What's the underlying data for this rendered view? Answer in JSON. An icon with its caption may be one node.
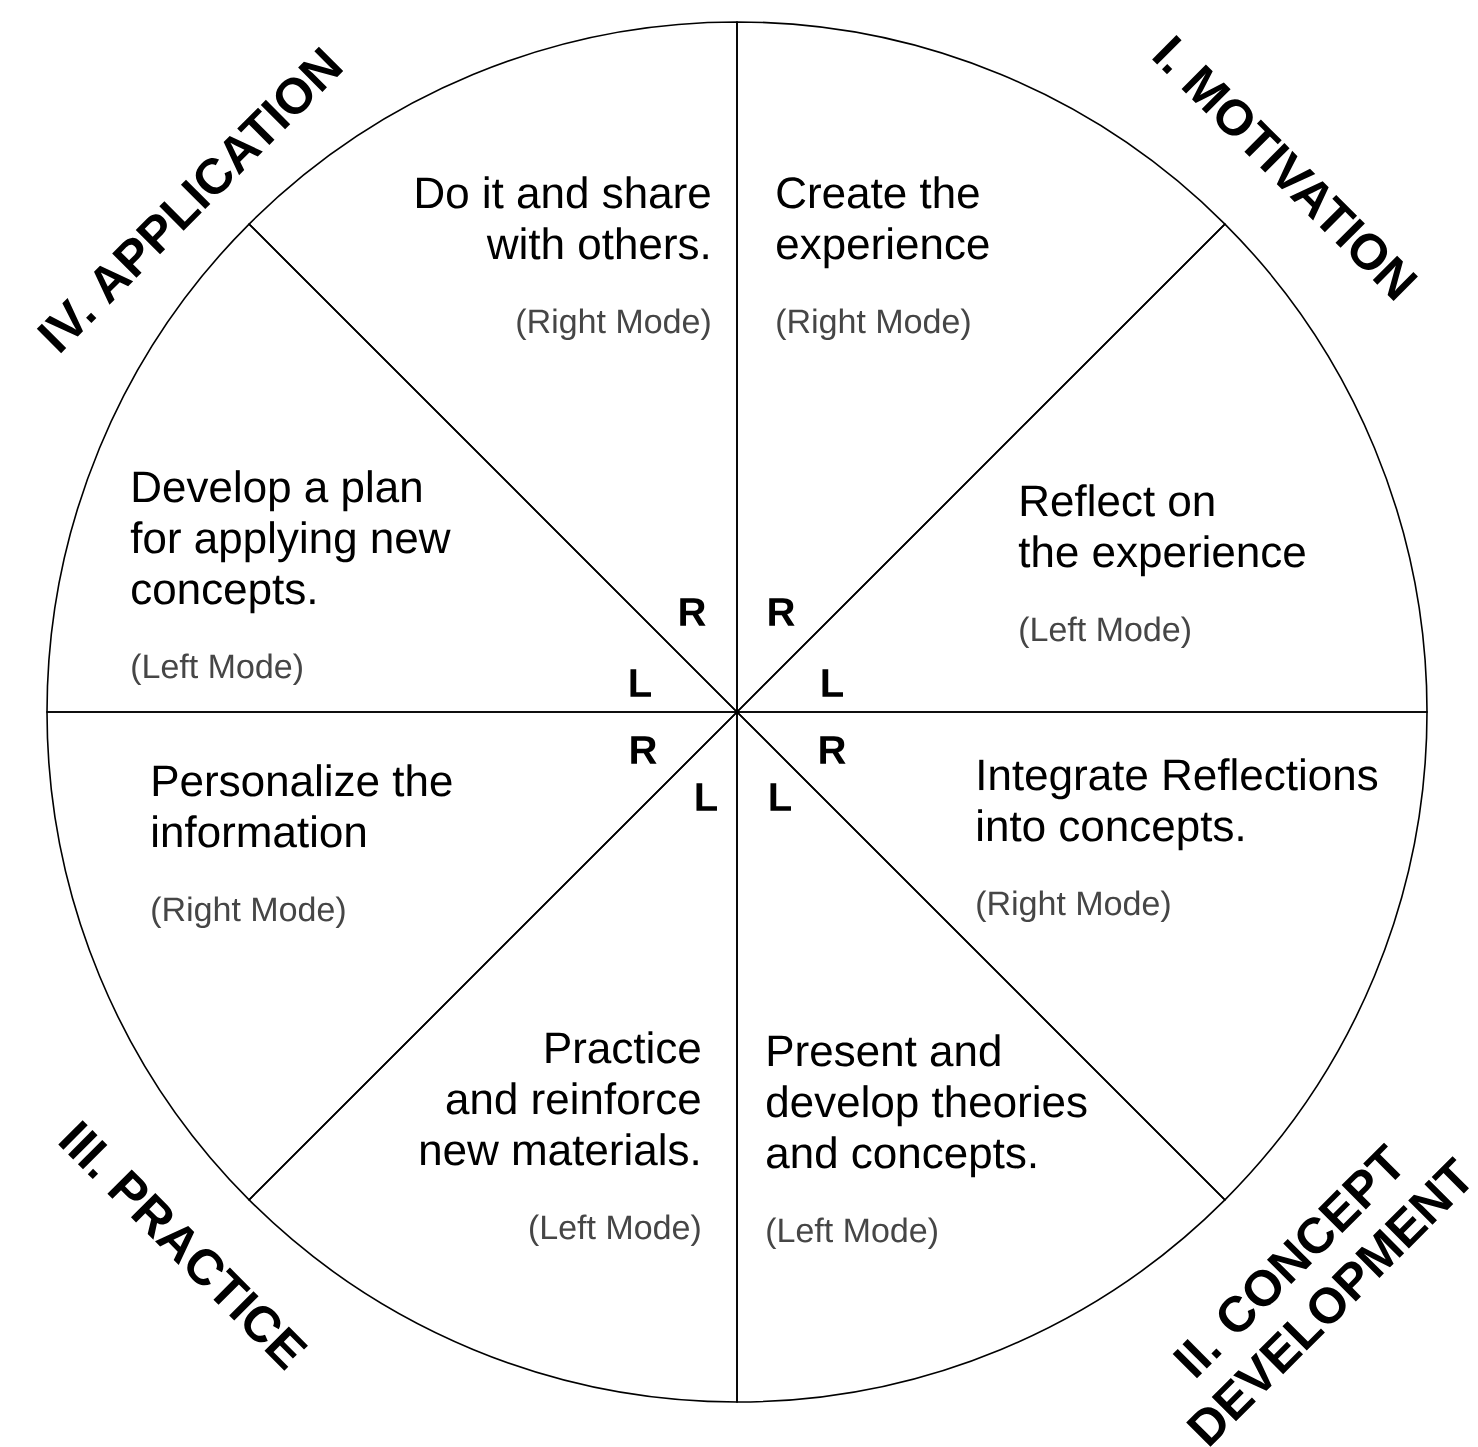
{
  "diagram": {
    "nodes": [
      {
        "text": [
          "Do it and share with others.",
          "(Right Mode)"
        ]
      },
      {
        "text": [
          "Create the experience",
          "(Right Mode)"
        ]
      },
      {
        "text": [
          "Develop a plan for applying new concepts.",
          "(Left Mode)"
        ]
      },
      {
        "text": [
          "Reflect on the experience",
          "(Left Mode)"
        ]
      },
      {
        "text": [
          "Personalize the information",
          "(Right Mode)"
        ]
      },
      {
        "text": [
          "Integrate Reflections into concepts.",
          "(Right Mode)"
        ]
      },
      {
        "text": [
          "Practice and reinforce new materials.",
          "(Left Mode)"
        ]
      },
      {
        "text": [
          "Present and develop theories and concepts.",
          "(Left Mode)"
        ]
      }
    ],
    "labels": [
      "IV. APPLICATION",
      "I. MOTIVATION",
      "R",
      "R",
      "L",
      "L",
      "R",
      "R",
      "L",
      "L",
      "III. PRACTICE",
      "II. CONCEPT DEVELOPMENT"
    ]
  }
}
